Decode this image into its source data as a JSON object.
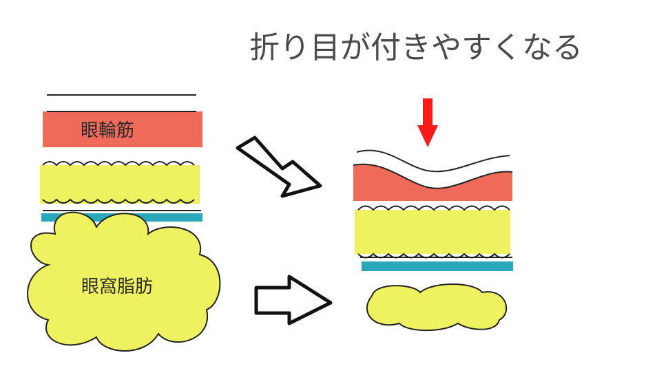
{
  "title": "折り目が付きやすくなる",
  "labels": {
    "muscle": "眼輪筋",
    "orbital_fat": "眼窩脂肪"
  },
  "colors": {
    "muscle": "#f06a5a",
    "fat": "#eef261",
    "membrane": "#2aa7b8",
    "outline": "#222222",
    "pressure_arrow": "#ff1a1a"
  },
  "icons": {
    "pressure": "down-arrow-icon",
    "transition": "right-arrow-icon"
  }
}
